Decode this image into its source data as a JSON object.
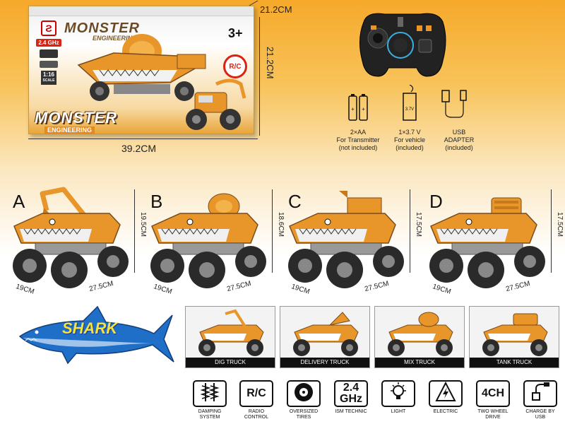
{
  "box": {
    "title": "MONSTER",
    "subtitle": "ENGINEERING",
    "age": "3+",
    "rc": "R/C",
    "freq": "2.4 GHz",
    "scale": "1:16",
    "scale_sub": "SCALE",
    "logo": "MONSTER",
    "logo_sub": "ENGINEERING"
  },
  "dimensions": {
    "box_depth": "21.2CM",
    "box_height": "21.2CM",
    "box_width": "39.2CM"
  },
  "accessories": [
    {
      "label_lines": [
        "2×AA",
        "For Transmitter",
        "(not included)"
      ],
      "icon": "battery-aa-icon"
    },
    {
      "label_lines": [
        "1×3.7 V",
        "For vehicle",
        "(included)"
      ],
      "icon": "battery-pack-icon",
      "badge": "3.7V"
    },
    {
      "label_lines": [
        "USB",
        "ADAPTER",
        "(included)"
      ],
      "icon": "usb-cable-icon"
    }
  ],
  "variants": [
    {
      "letter": "A",
      "height": "19.5CM",
      "width": "19CM",
      "length": "27.5CM"
    },
    {
      "letter": "B",
      "height": "18.6CM",
      "width": "19CM",
      "length": "27.5CM"
    },
    {
      "letter": "C",
      "height": "17.5CM",
      "width": "19CM",
      "length": "27.5CM"
    },
    {
      "letter": "D",
      "height": "17.5CM",
      "width": "19CM",
      "length": "27.5CM"
    }
  ],
  "shark": {
    "text": "SHARK"
  },
  "modes": [
    {
      "label": "DIG TRUCK"
    },
    {
      "label": "DELIVERY TRUCK"
    },
    {
      "label": "MIX TRUCK"
    },
    {
      "label": "TANK TRUCK"
    }
  ],
  "features": [
    {
      "icon": "damping-spring-icon",
      "text": "",
      "label_lines": [
        "DAMPING",
        "SYSTEM"
      ]
    },
    {
      "icon": "",
      "text": "R/C",
      "label_lines": [
        "RADIO",
        "CONTROL"
      ]
    },
    {
      "icon": "tire-icon",
      "text": "",
      "label_lines": [
        "OVERSIZED",
        "TIRES"
      ]
    },
    {
      "icon": "",
      "text": "2.4\nGHz",
      "label_lines": [
        "ISM TECHNIC"
      ]
    },
    {
      "icon": "light-bulb-icon",
      "text": "",
      "label_lines": [
        "LIGHT"
      ]
    },
    {
      "icon": "electric-icon",
      "text": "",
      "label_lines": [
        "ELECTRIC"
      ]
    },
    {
      "icon": "",
      "text": "4CH",
      "label_lines": [
        "TWO WHEEL",
        "DRIVE"
      ]
    },
    {
      "icon": "usb-charge-icon",
      "text": "",
      "label_lines": [
        "CHARGE BY",
        "USB"
      ]
    }
  ],
  "colors": {
    "accent_orange": "#f6a92a",
    "truck_orange": "#e8962a",
    "brand_red": "#d21f1f",
    "shark_blue": "#1f6fc8",
    "shark_text": "#f6e23a"
  }
}
